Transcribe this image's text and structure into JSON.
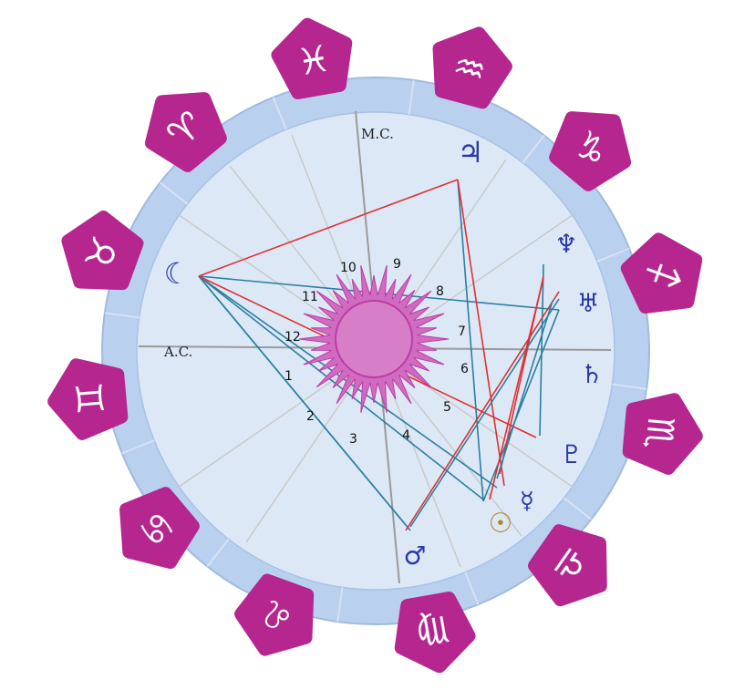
{
  "colors": {
    "ring_outer": "#b9d0ee",
    "ring_inner": "#dde8f7",
    "badge": "#b5268f",
    "badge_glyph": "#ffffff",
    "planet": "#2b3aa8",
    "sun_planet": "#b8861b",
    "house_line": "#c9c9c9",
    "axis_line": "#9a9a9a",
    "aspect_red": "#e03030",
    "aspect_blue": "#2a7f9e",
    "sun_fill": "#cf6cc0",
    "sun_ray": "#c03aa6"
  },
  "angles": {
    "asc_label": "A.C.",
    "mc_label": "M.C."
  },
  "houses": [
    "1",
    "2",
    "3",
    "4",
    "5",
    "6",
    "7",
    "8",
    "9",
    "10",
    "11",
    "12"
  ],
  "signs": [
    {
      "name": "pisces",
      "glyph": "♓"
    },
    {
      "name": "aquarius",
      "glyph": "♒"
    },
    {
      "name": "capricorn",
      "glyph": "♑"
    },
    {
      "name": "sagittarius",
      "glyph": "♐"
    },
    {
      "name": "scorpio",
      "glyph": "♏"
    },
    {
      "name": "libra",
      "glyph": "♎"
    },
    {
      "name": "virgo",
      "glyph": "♍"
    },
    {
      "name": "leo",
      "glyph": "♌"
    },
    {
      "name": "cancer",
      "glyph": "♋"
    },
    {
      "name": "gemini",
      "glyph": "♊"
    },
    {
      "name": "taurus",
      "glyph": "♉"
    },
    {
      "name": "aries",
      "glyph": "♈"
    }
  ],
  "planets": [
    {
      "name": "jupiter",
      "glyph": "♃"
    },
    {
      "name": "neptune",
      "glyph": "♆"
    },
    {
      "name": "uranus",
      "glyph": "♅"
    },
    {
      "name": "saturn",
      "glyph": "♄"
    },
    {
      "name": "pluto",
      "glyph": "♇"
    },
    {
      "name": "mercury",
      "glyph": "☿"
    },
    {
      "name": "sun",
      "glyph": "☉"
    },
    {
      "name": "mars",
      "glyph": "♂"
    },
    {
      "name": "moon",
      "glyph": "☾"
    }
  ]
}
